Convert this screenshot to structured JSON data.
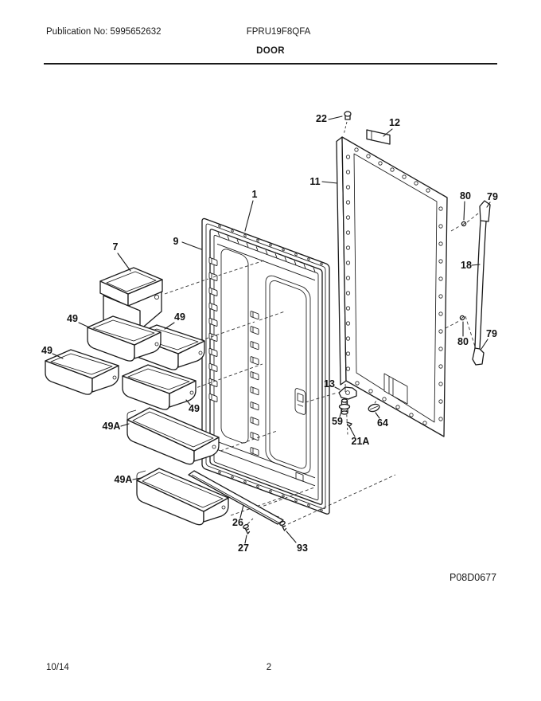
{
  "page": {
    "publication_label": "Publication No: 5995652632",
    "model_number": "FPRU19F8QFA",
    "section_title": "DOOR",
    "diagram_code": "P08D0677",
    "footer_date": "10/14",
    "footer_page": "2"
  },
  "diagram": {
    "description": "Exploded parts diagram of refrigerator door assembly",
    "callouts": {
      "c22": "22",
      "c12": "12",
      "c11": "11",
      "c1": "1",
      "c9": "9",
      "c7": "7",
      "c80t": "80",
      "c79t": "79",
      "c18": "18",
      "c79b": "79",
      "c80b": "80",
      "c49_1": "49",
      "c49_2": "49",
      "c49_3": "49",
      "c49_4": "49",
      "c49a_1": "49A",
      "c49a_2": "49A",
      "c13": "13",
      "c59": "59",
      "c21a": "21A",
      "c64": "64",
      "c26": "26",
      "c27": "27",
      "c93": "93"
    }
  }
}
